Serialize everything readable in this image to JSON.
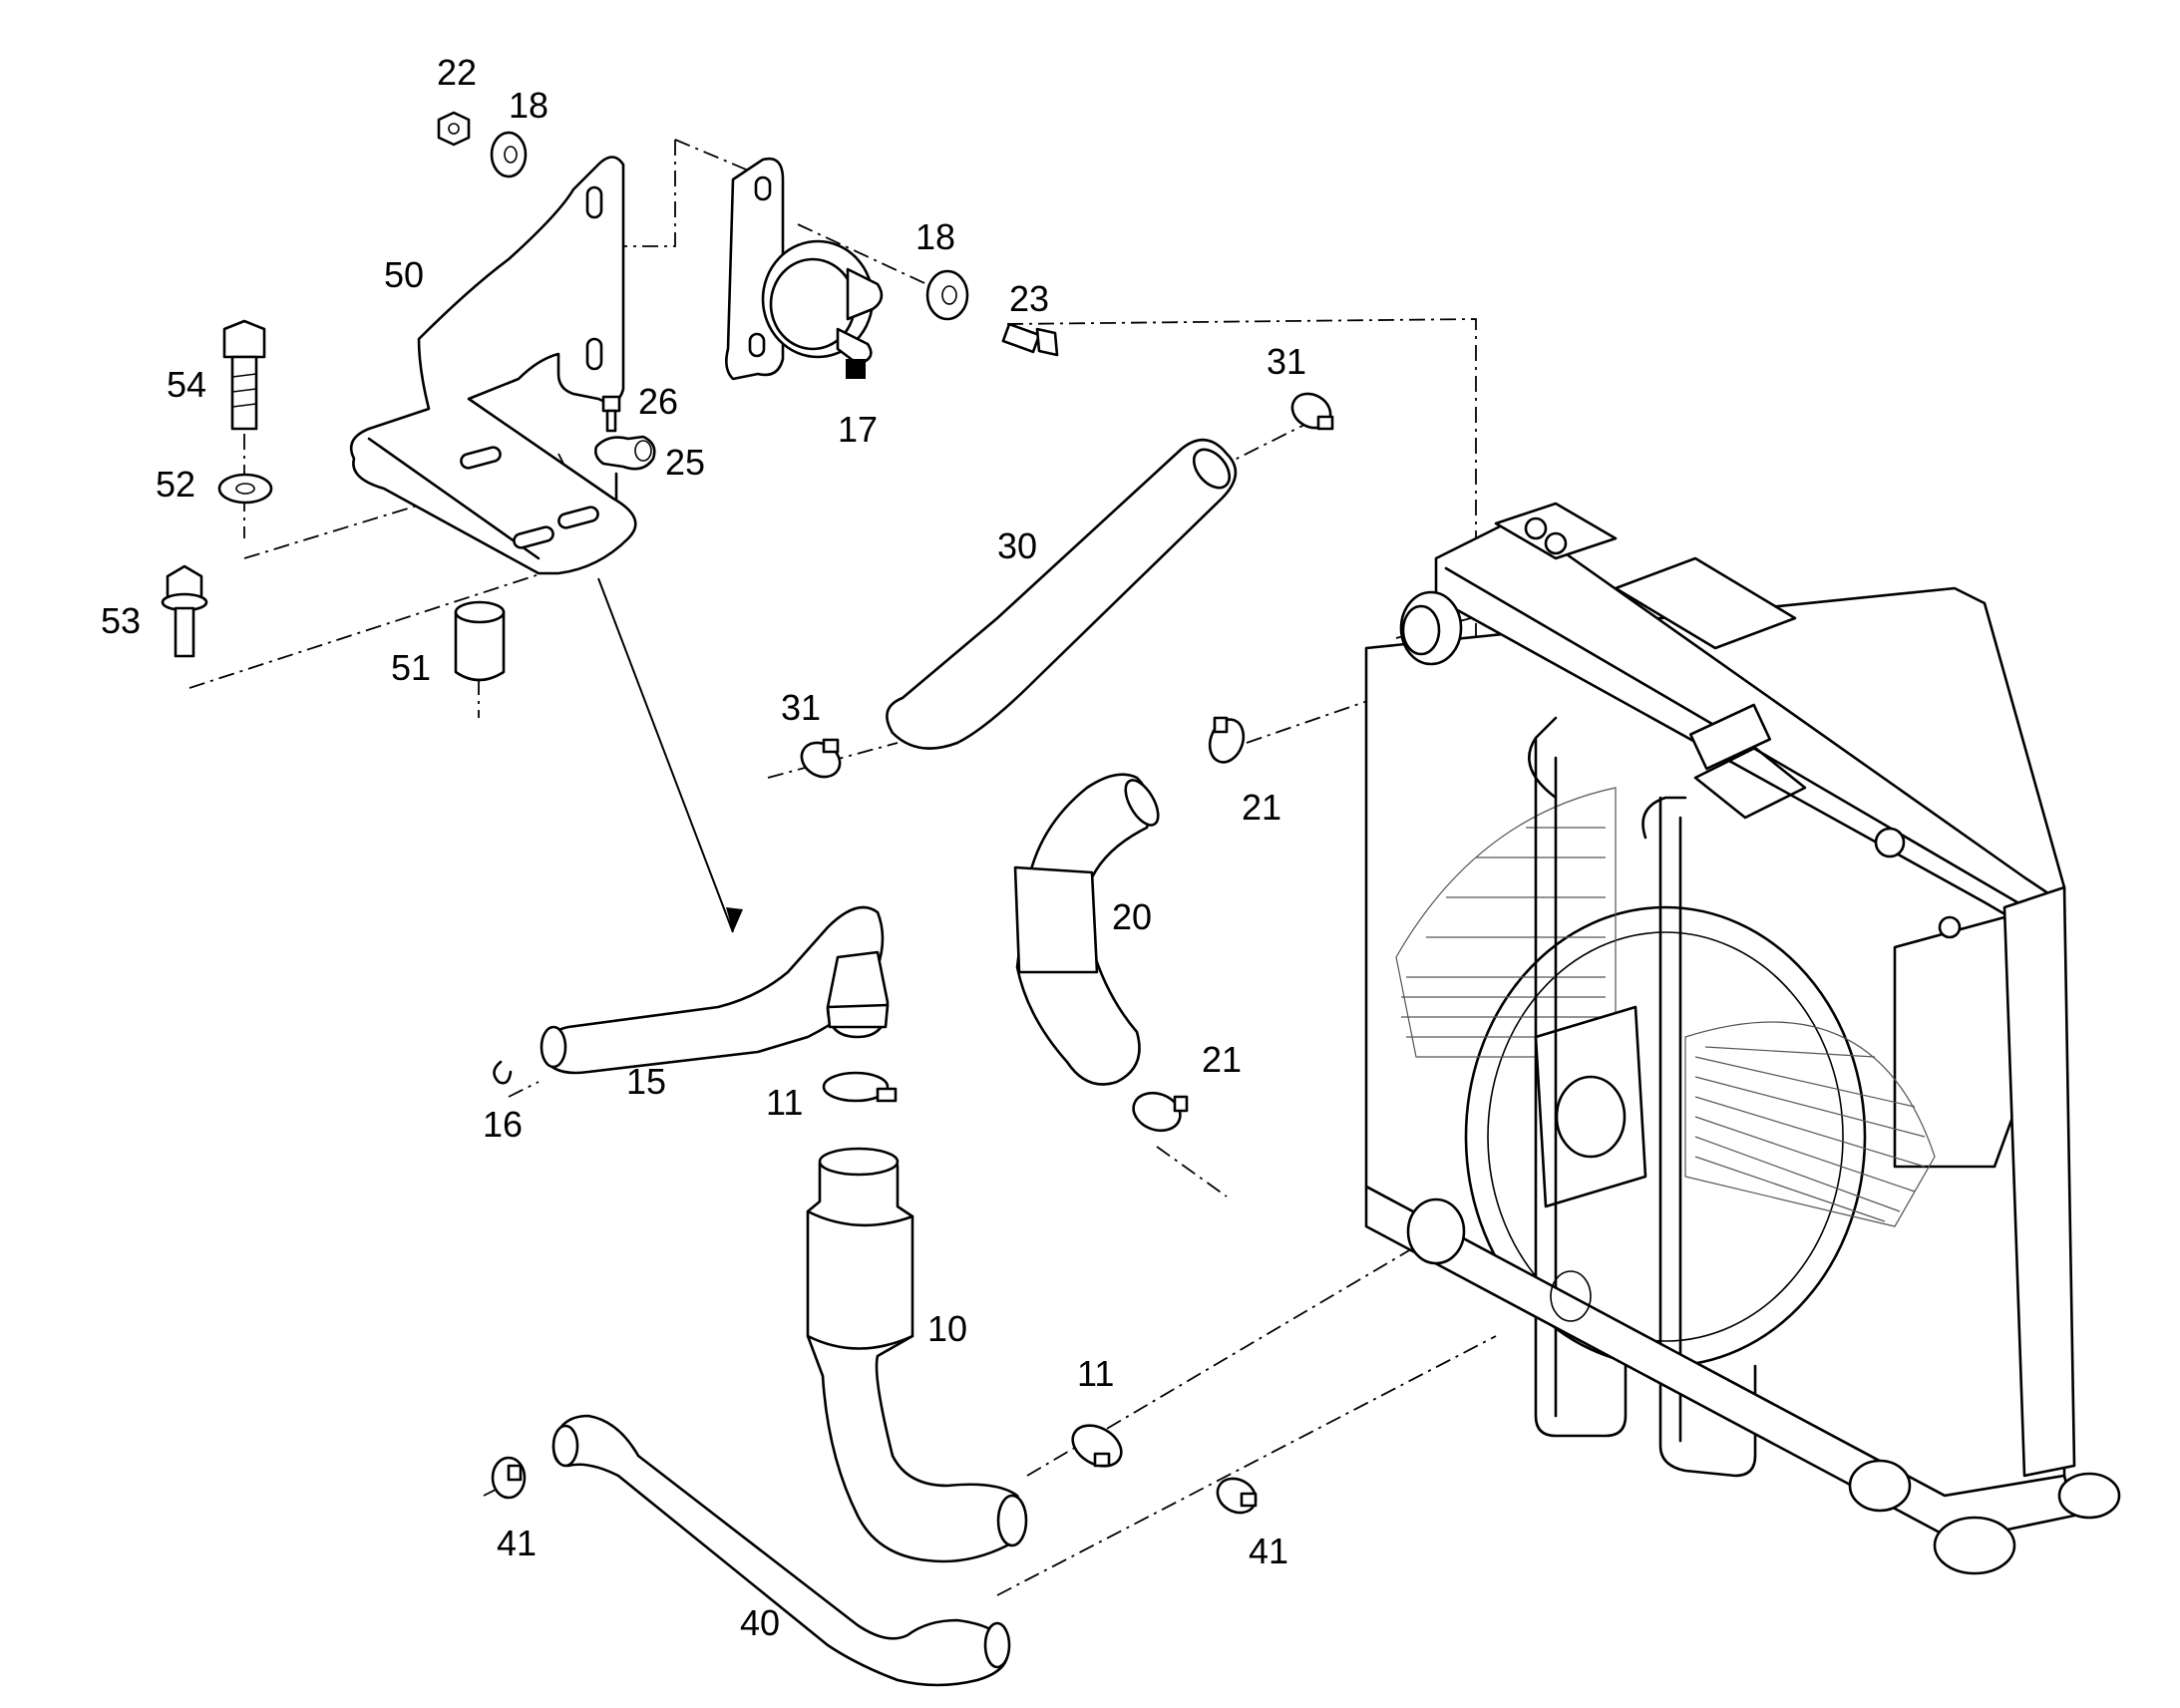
{
  "diagram": {
    "callouts": {
      "p10": "10",
      "p11a": "11",
      "p11b": "11",
      "p15": "15",
      "p16": "16",
      "p17": "17",
      "p18a": "18",
      "p18b": "18",
      "p20": "20",
      "p21a": "21",
      "p21b": "21",
      "p22": "22",
      "p23": "23",
      "p25": "25",
      "p26": "26",
      "p30": "30",
      "p31a": "31",
      "p31b": "31",
      "p40": "40",
      "p41a": "41",
      "p41b": "41",
      "p50": "50",
      "p51": "51",
      "p52": "52",
      "p53": "53",
      "p54": "54"
    }
  }
}
